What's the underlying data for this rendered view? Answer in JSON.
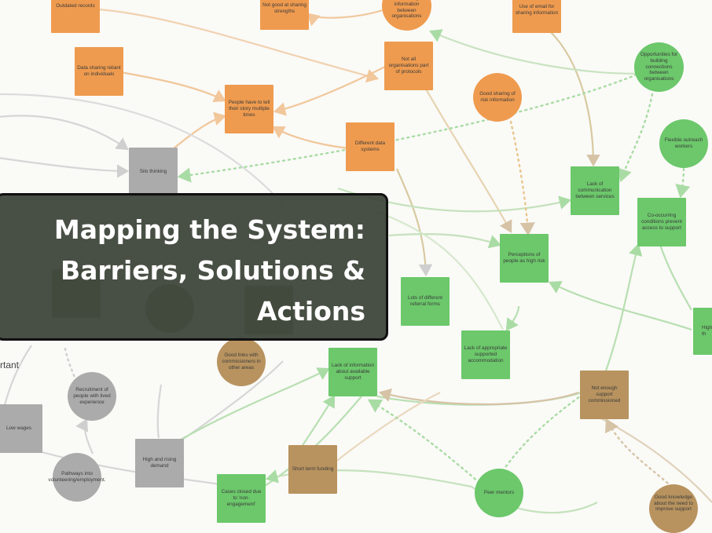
{
  "legend_fragment": "rtant",
  "title": {
    "line1": "Mapping the System:",
    "line2": "Barriers, Solutions &",
    "line3": "Actions"
  },
  "colors": {
    "orange": "#ef9b4f",
    "green": "#6cc86b",
    "gray": "#ababab",
    "brown": "#b8935f",
    "banner": "#3a4236"
  },
  "nodes": {
    "outdated_records": "Outdated records",
    "not_good_strengths": "Not good at sharing strengths",
    "sharing_between_orgs": "for sharing information between organisations",
    "use_of_email": "Use of email for sharing information",
    "data_sharing_individuals": "Data sharing reliant on individuals",
    "not_all_orgs": "Not all organisations part of protocols",
    "good_sharing_risk": "Good sharing of risk information",
    "opportunities_connections": "Opportunities for building connections between organisations",
    "tell_story": "People have to tell their story multiple times",
    "different_data_systems": "Different data systems",
    "silo_thinking": "Silo thinking",
    "flexible_outreach": "Flexible outreach workers",
    "lack_communication": "Lack of communication between services",
    "co_occurring": "Co-occurring conditions prevent access to support",
    "perceptions_risk": "Perceptions of people as high risk",
    "referral_forms": "Lots of different referral forms",
    "high_partial": "High th",
    "lack_accommodation": "Lack of appropriate supported accommodation",
    "good_links": "Good links with commissioners in other areas",
    "lack_information": "Lack of information about available support",
    "recruitment_lived": "Recruitment of people with lived experience",
    "not_enough_support": "Not enough support commissioned",
    "low_wages": "Low wages",
    "high_demand": "High and rising demand",
    "short_term_funding": "Short term funding",
    "pathways_volunteering": "Pathways into volunteering/employment.",
    "peer_mentors": "Peer mentors",
    "cases_closed": "Cases closed due to 'non-engagement'",
    "good_knowledge": "Good knowledge about the need to improve support"
  }
}
